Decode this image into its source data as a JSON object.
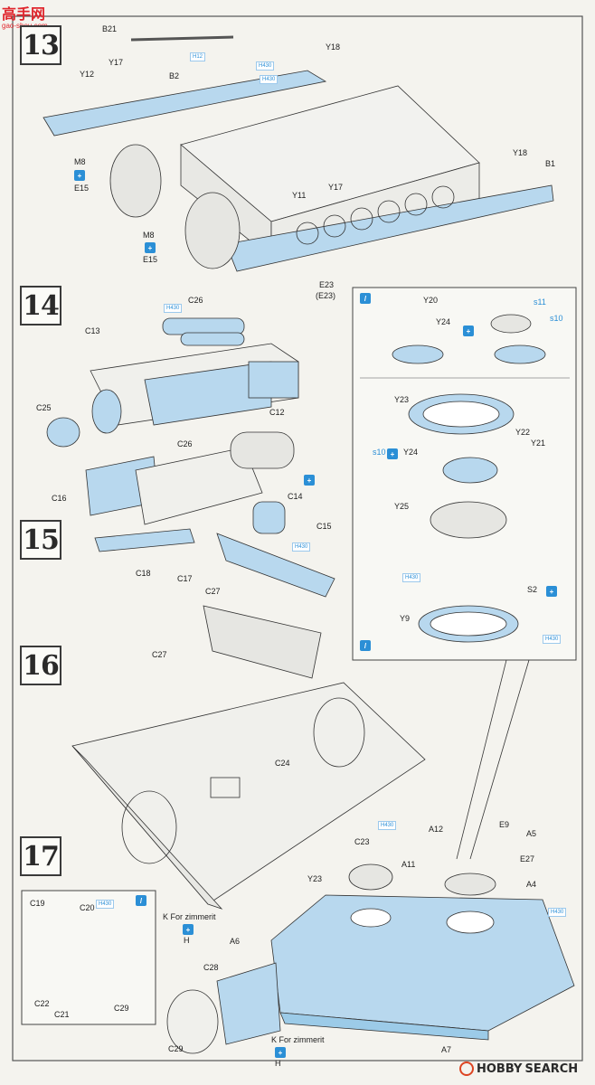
{
  "site_logo": {
    "name": "高手网",
    "url": "gao-shou.com"
  },
  "watermark": {
    "brand": "HOBBY",
    "suffix": "SEARCH"
  },
  "steps": [
    "13",
    "14",
    "15",
    "16",
    "17"
  ],
  "parts": {
    "s13": [
      "B21",
      "Y18",
      "Y12",
      "Y17",
      "B2",
      "M8",
      "E15",
      "Y11",
      "Y17",
      "Y18",
      "B1",
      "M8",
      "E15",
      "E23",
      "(E23)"
    ],
    "s14": [
      "C26",
      "C13",
      "C25",
      "C12"
    ],
    "s15": [
      "C26",
      "C16",
      "C14",
      "C15",
      "C18",
      "C17",
      "C27"
    ],
    "s16": [
      "C27",
      "C24",
      "C23"
    ],
    "s17": [
      "A12",
      "E9",
      "A5",
      "A11",
      "E27",
      "Y23",
      "A4",
      "A6",
      "C19",
      "C20",
      "C28",
      "C22",
      "C29",
      "C21",
      "C29",
      "A7"
    ],
    "inset": [
      "Y20",
      "Y24",
      "s11",
      "s10",
      "Y23",
      "Y22",
      "Y21",
      "s10",
      "Y24",
      "Y25",
      "S2",
      "Y9"
    ]
  },
  "notes": {
    "zimmerit_1": "K For zimmerit",
    "zimmerit_2": "K For zimmerit",
    "h1": "H",
    "h2": "H"
  },
  "paint_codes": [
    "H430",
    "H430",
    "H430",
    "H430",
    "H430",
    "H430",
    "H430",
    "H12",
    "H430",
    "H430"
  ],
  "colors": {
    "accent_blue": "#2b8fd6",
    "part_fill": "#b8d8ee",
    "line": "#3a3a3a"
  }
}
